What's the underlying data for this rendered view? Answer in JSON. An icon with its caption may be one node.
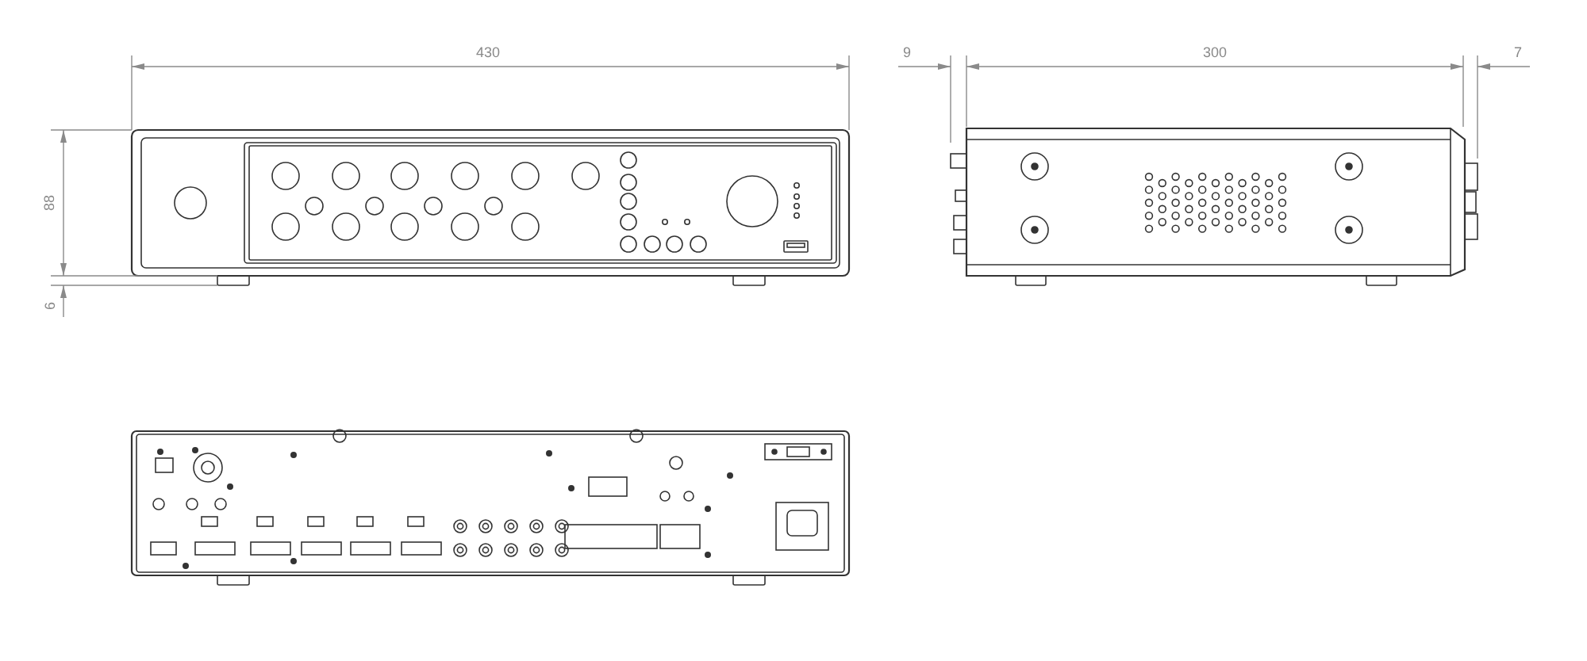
{
  "diagram": {
    "labels": [
      "430",
      "300",
      "9",
      "7",
      "88",
      "6"
    ]
  }
}
